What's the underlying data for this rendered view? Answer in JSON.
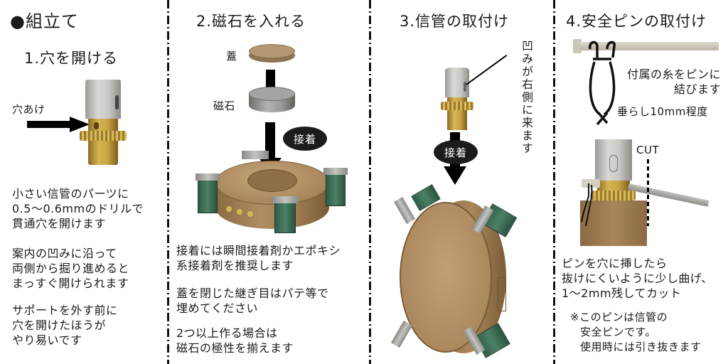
{
  "header": {
    "title": "●組立て"
  },
  "steps": [
    {
      "title": "1.穴を開ける",
      "callout": "穴あけ",
      "paragraphs": [
        [
          "小さい信管のパーツに",
          "0.5〜0.6mmのドリルで",
          "貫通穴を開けます"
        ],
        [
          "案内の凹みに沿って",
          "両側から掘り進めると",
          "まっすぐ開けられます"
        ],
        [
          "サポートを外す前に",
          "穴を開けたほうが",
          "やり易いです"
        ]
      ]
    },
    {
      "title": "2.磁石を入れる",
      "labels": {
        "lid": "蓋",
        "magnet": "磁石"
      },
      "badge": "接着",
      "paragraphs": [
        [
          "接着には瞬間接着剤かエポキシ",
          "系接着剤を推奨します"
        ],
        [
          "蓋を閉じた継ぎ目はパテ等で",
          "埋めてください"
        ],
        [
          "2つ以上作る場合は",
          "磁石の極性を揃えます"
        ]
      ]
    },
    {
      "title": "3.信管の取付け",
      "callout_vertical": "凹みが右側に来ます",
      "badge": "接着"
    },
    {
      "title": "4.安全ピンの取付け",
      "tie_note": [
        "付属の糸をピンに",
        "結びます"
      ],
      "hang_note": "垂らし10mm程度",
      "cut_label": "CUT",
      "paragraphs": [
        [
          "ピンを穴に挿したら",
          "抜けにくいように少し曲げ、",
          "1〜2mm残してカット"
        ]
      ],
      "note": [
        "※このピンは信管の",
        "安全ピンです。",
        "使用時には引き抜きます"
      ]
    }
  ],
  "colors": {
    "brass": "#c9a443",
    "fuse_gray": "#c8c8c4",
    "housing_tan": "#a8855a",
    "clip_green": "#3f6f57",
    "badge_bg": "#1c1c1c"
  }
}
